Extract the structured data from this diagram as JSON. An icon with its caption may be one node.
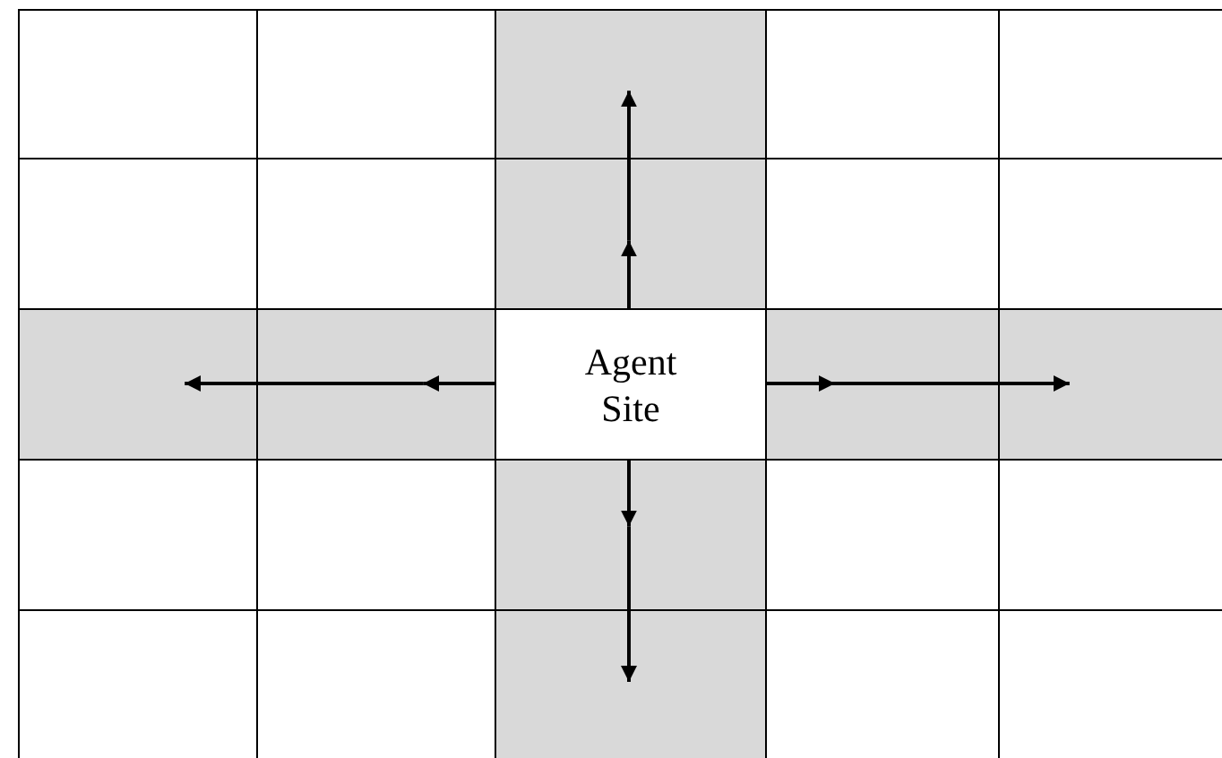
{
  "diagram": {
    "nodes": [
      {
        "text": [],
        "shape": "box"
      },
      {
        "text": [],
        "shape": "box"
      },
      {
        "text": [],
        "shape": "box"
      },
      {
        "text": [],
        "shape": "box"
      },
      {
        "text": [
          "Agent Site"
        ]
      },
      {
        "text": [],
        "shape": "box"
      },
      {
        "text": [],
        "shape": "box"
      },
      {
        "text": [],
        "shape": "box"
      },
      {
        "text": [],
        "shape": "box"
      }
    ],
    "edges": [
      {
        "from": 4,
        "to": 1,
        "arrow": "to"
      },
      {
        "from": 1,
        "to": 0,
        "arrow": "to"
      },
      {
        "from": 4,
        "to": 3,
        "arrow": "to"
      },
      {
        "from": 3,
        "to": 2,
        "arrow": "to"
      },
      {
        "from": 4,
        "to": 5,
        "arrow": "to"
      },
      {
        "from": 5,
        "to": 6,
        "arrow": "to"
      },
      {
        "from": 4,
        "to": 7,
        "arrow": "to"
      },
      {
        "from": 7,
        "to": 8,
        "arrow": "to"
      }
    ]
  }
}
